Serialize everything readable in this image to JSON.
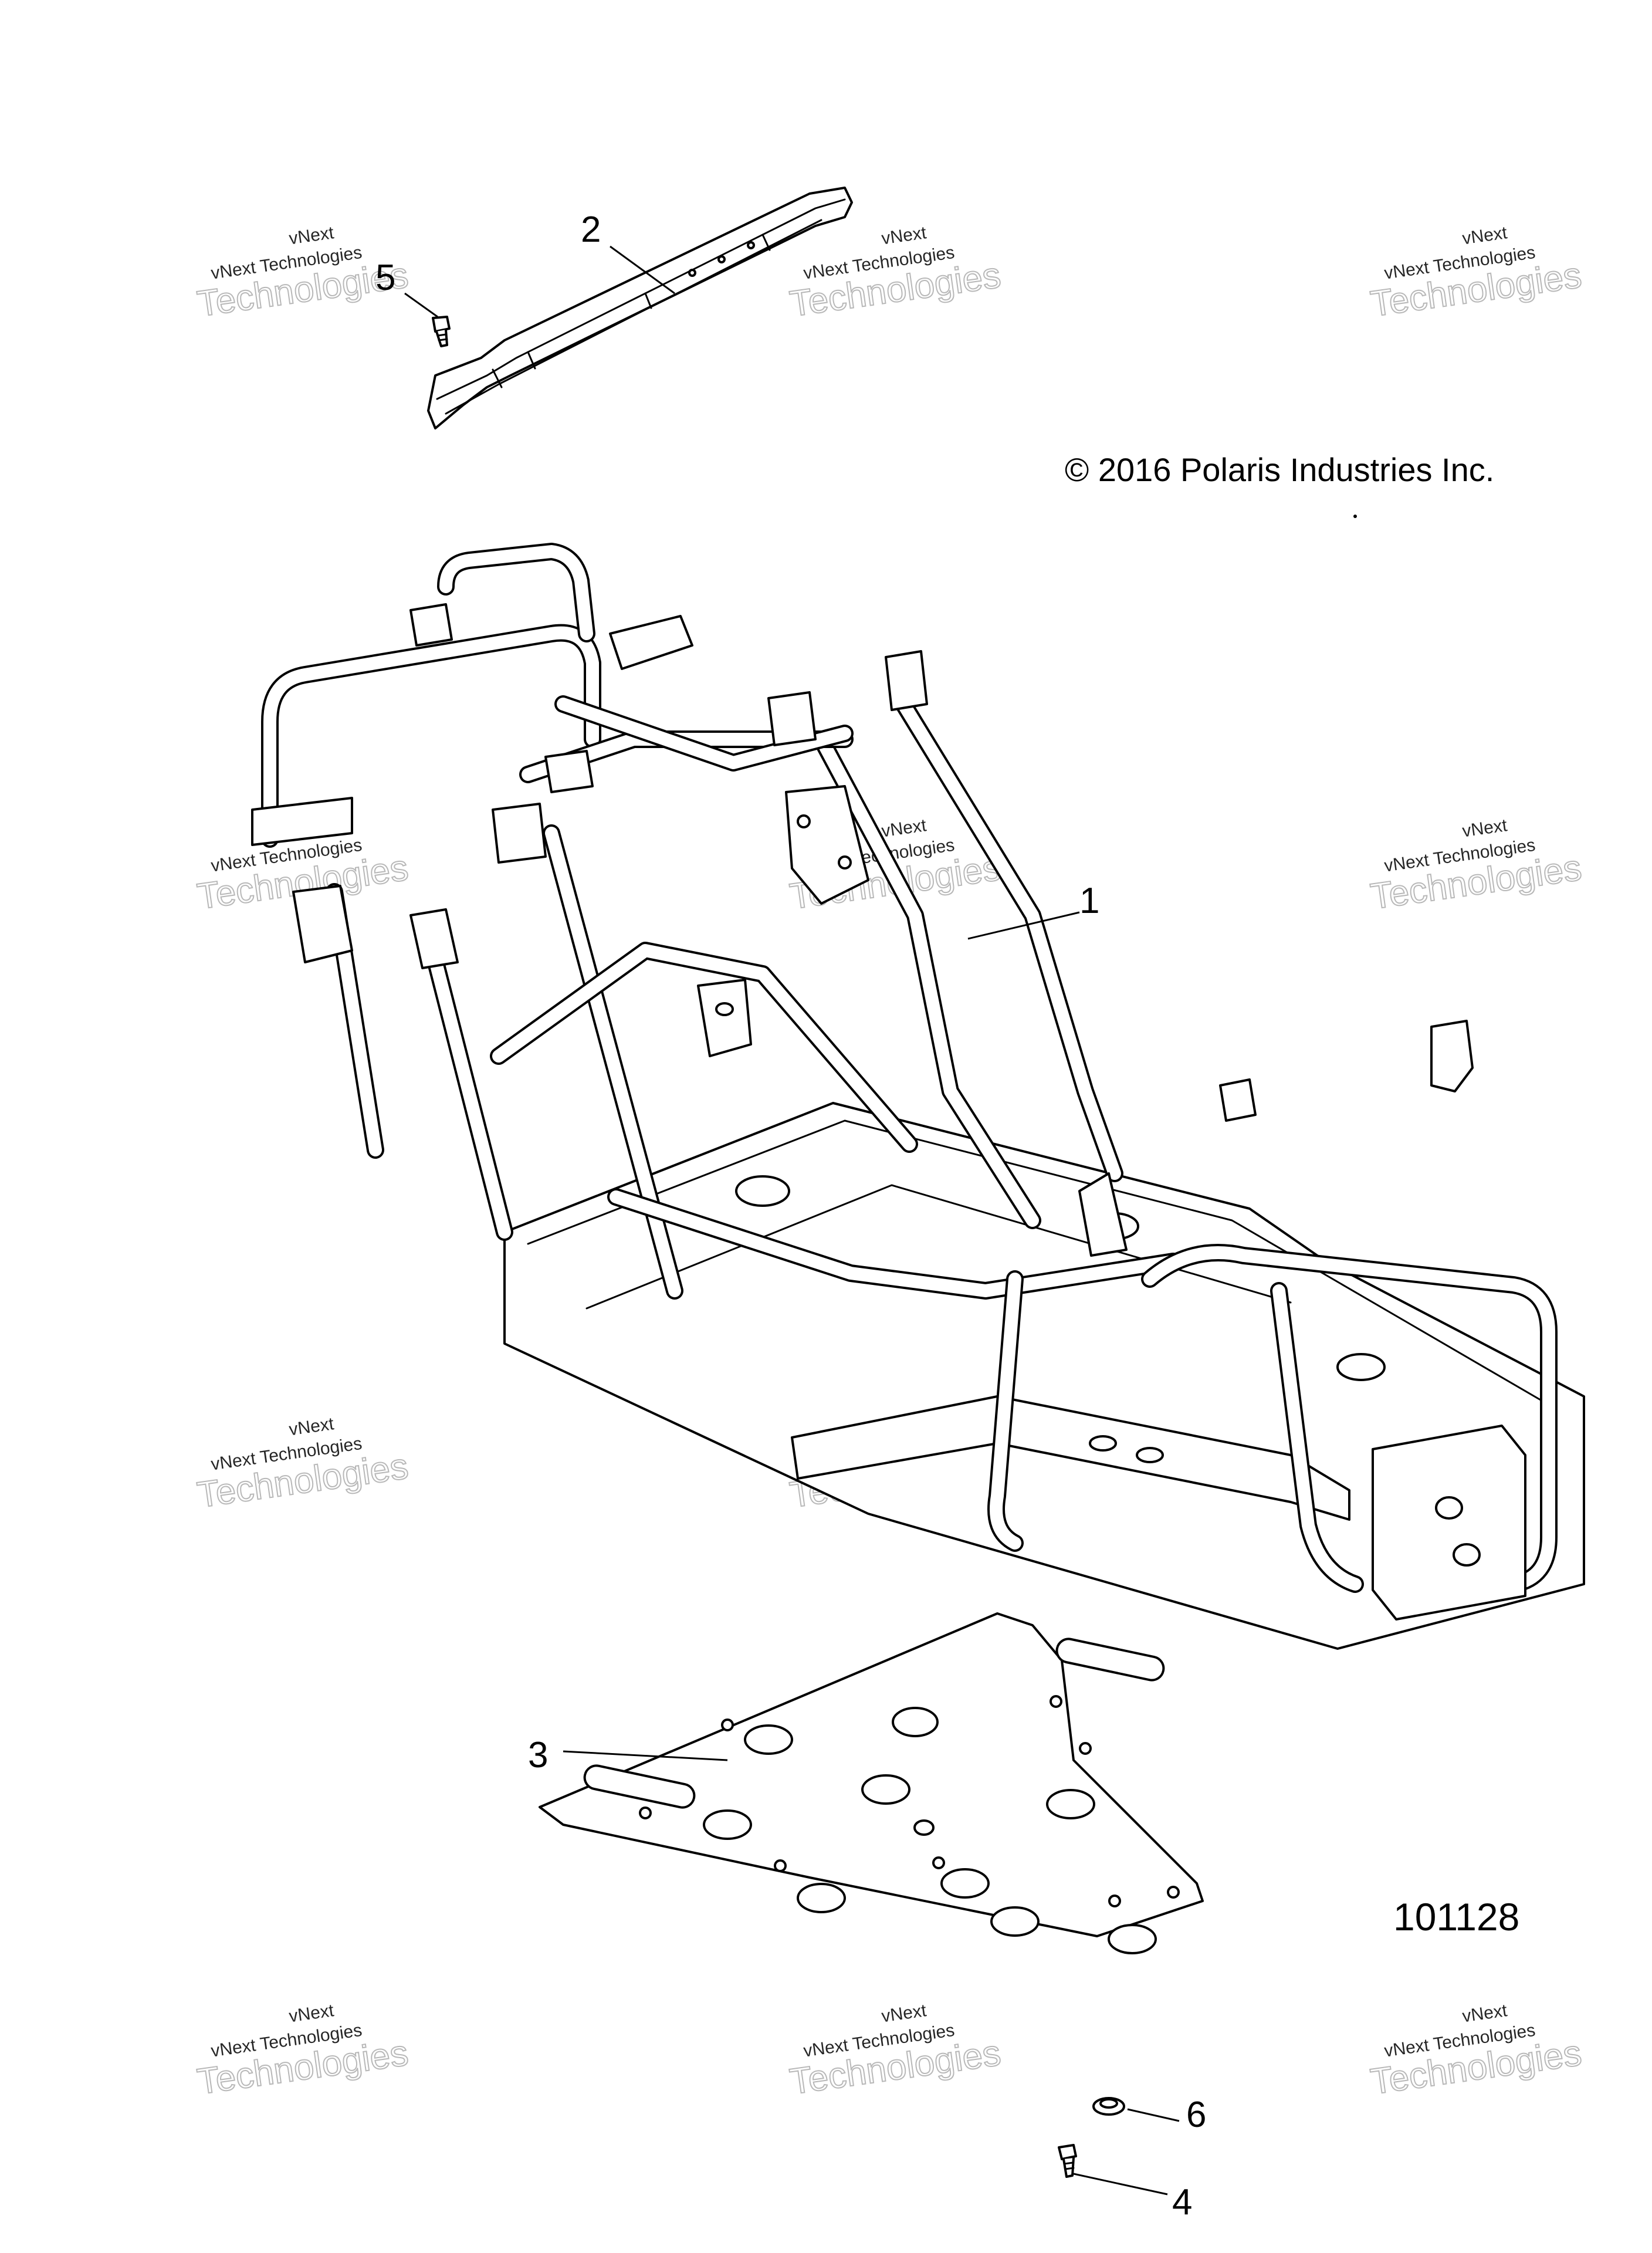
{
  "copyright": "© 2016 Polaris Industries Inc.",
  "figure_number": "101128",
  "callouts": [
    {
      "label": "1"
    },
    {
      "label": "2"
    },
    {
      "label": "3"
    },
    {
      "label": "4"
    },
    {
      "label": "5"
    },
    {
      "label": "6"
    }
  ],
  "watermark": {
    "line_small_1": "vNext",
    "line_small_2": "vNext Technologies",
    "line_big": "Technologies"
  }
}
